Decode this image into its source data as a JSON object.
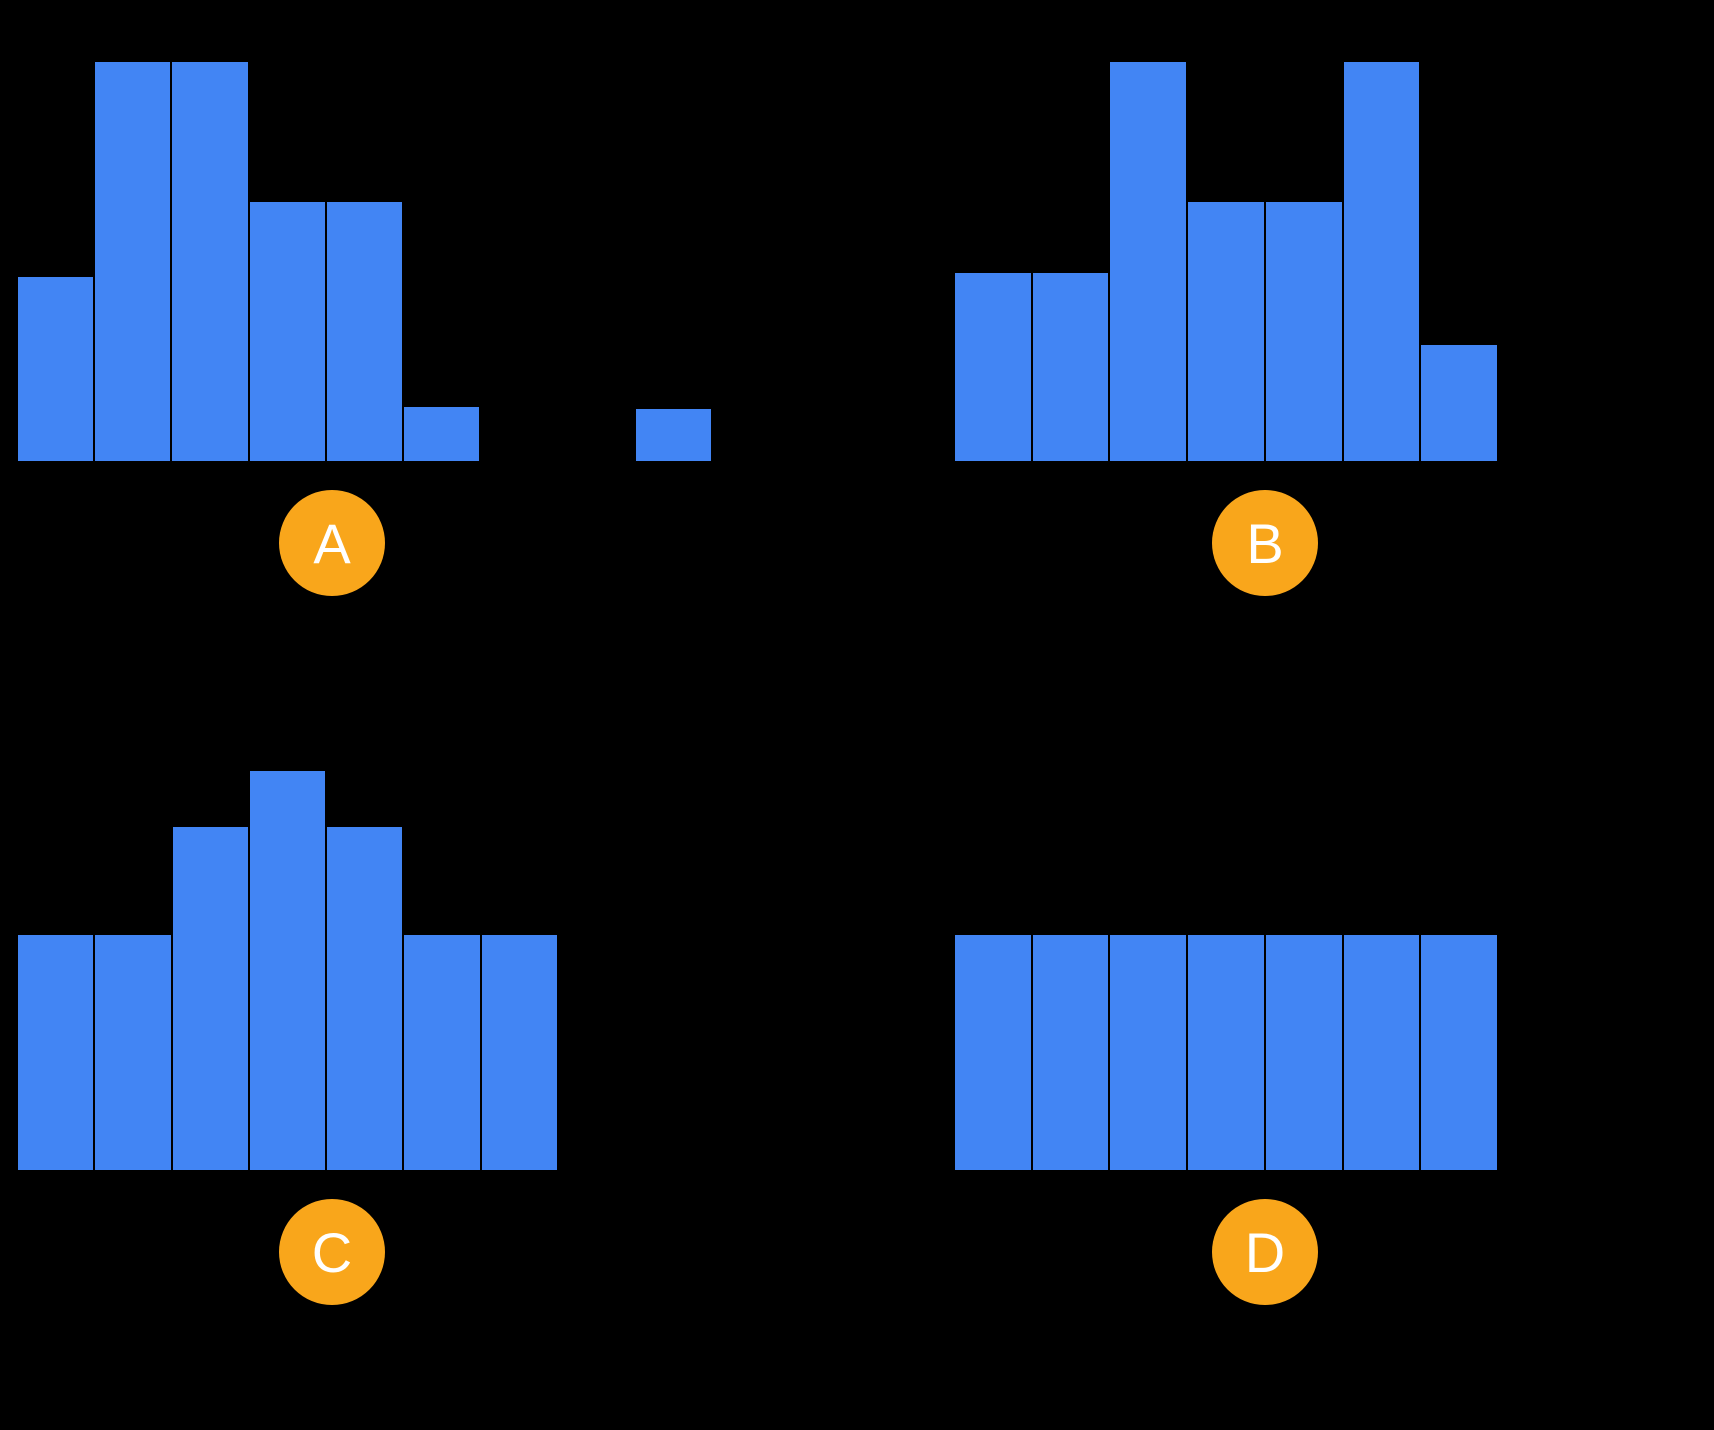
{
  "colors": {
    "background": "#000000",
    "bar_fill": "#4285F4",
    "bar_separator": "#000000",
    "badge_fill": "#F9A61B",
    "badge_text": "#FFFFFF"
  },
  "chart_data": [
    {
      "type": "bar",
      "subtype": "histogram",
      "label": "A",
      "description": "Right-skewed histogram with a gap and a small detached outlier bar at the far right",
      "bins": 9,
      "heights_pct": [
        46,
        100,
        100,
        65,
        65,
        13.5,
        0,
        0,
        13
      ],
      "relative_frequencies": [
        7,
        15,
        15,
        10,
        10,
        2,
        0,
        0,
        2
      ],
      "title": "",
      "xlabel": "",
      "ylabel": "",
      "axes_shown": false,
      "grid": false,
      "legend": false
    },
    {
      "type": "bar",
      "subtype": "histogram",
      "label": "B",
      "description": "Bimodal histogram with two equal peaks and a dip between them",
      "bins": 7,
      "heights_pct": [
        47,
        47,
        100,
        65,
        65,
        100,
        29
      ],
      "relative_frequencies": [
        7,
        7,
        15,
        10,
        10,
        15,
        4
      ],
      "title": "",
      "xlabel": "",
      "ylabel": "",
      "axes_shown": false,
      "grid": false,
      "legend": false
    },
    {
      "type": "bar",
      "subtype": "histogram",
      "label": "C",
      "description": "Symmetric unimodal (bell-shaped) histogram peaking in the center",
      "bins": 7,
      "heights_pct": [
        59,
        59,
        86,
        100,
        86,
        59,
        59
      ],
      "relative_frequencies": [
        8,
        8,
        12,
        14,
        12,
        8,
        8
      ],
      "title": "",
      "xlabel": "",
      "ylabel": "",
      "axes_shown": false,
      "grid": false,
      "legend": false
    },
    {
      "type": "bar",
      "subtype": "histogram",
      "label": "D",
      "description": "Uniform histogram; all seven bars equal height",
      "bins": 7,
      "heights_pct": [
        59,
        59,
        59,
        59,
        59,
        59,
        59
      ],
      "relative_frequencies": [
        8,
        8,
        8,
        8,
        8,
        8,
        8
      ],
      "title": "",
      "xlabel": "",
      "ylabel": "",
      "axes_shown": false,
      "grid": false,
      "legend": false
    }
  ]
}
